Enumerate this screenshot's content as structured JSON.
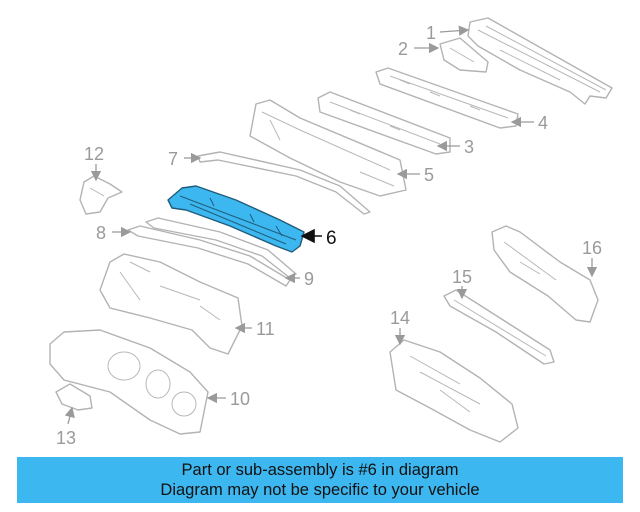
{
  "diagram": {
    "highlight_color": "#3db7f0",
    "callouts": {
      "c1": "1",
      "c2": "2",
      "c3": "3",
      "c4": "4",
      "c5": "5",
      "c6": "6",
      "c7": "7",
      "c8": "8",
      "c9": "9",
      "c10": "10",
      "c11": "11",
      "c12": "12",
      "c13": "13",
      "c14": "14",
      "c15": "15",
      "c16": "16"
    },
    "selected_part": "6"
  },
  "banner": {
    "line1": "Part or sub-assembly is #6 in diagram",
    "line2": "Diagram may not be specific to your vehicle",
    "background": "#3db7f0"
  }
}
